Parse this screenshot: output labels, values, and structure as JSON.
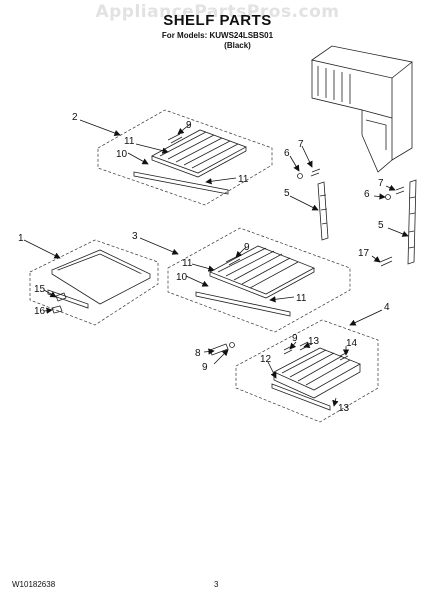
{
  "header": {
    "watermark": "AppliancePartsPros.com",
    "title": "SHELF PARTS",
    "models_line": "For Models: KUWS24LSBS01",
    "color_line": "(Black)"
  },
  "footer": {
    "doc_number": "W10182638",
    "page_number": "3"
  },
  "callouts": [
    "2",
    "11",
    "9",
    "10",
    "11",
    "6",
    "7",
    "5",
    "6",
    "7",
    "1",
    "3",
    "11",
    "9",
    "10",
    "11",
    "5",
    "15",
    "16",
    "17",
    "4",
    "8",
    "9",
    "9",
    "13",
    "14",
    "12",
    "13"
  ]
}
